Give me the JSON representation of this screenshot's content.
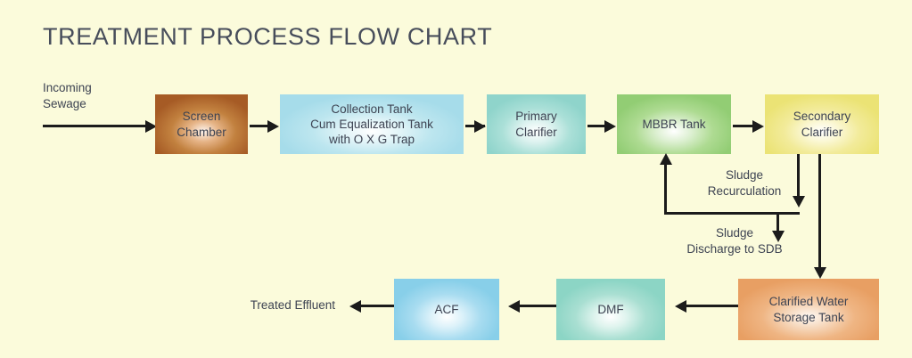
{
  "page": {
    "title": "TREATMENT PROCESS FLOW CHART",
    "background_color": "#fbfbdb",
    "text_color": "#3d4352",
    "connector_color": "#1b1b1b"
  },
  "nodes": {
    "incoming_sewage": {
      "label": "Incoming\nSewage"
    },
    "screen_chamber": {
      "label": "Screen\nChamber",
      "color": "#c2813f"
    },
    "collection_tank": {
      "label": "Collection Tank\nCum Equalization Tank\nwith O X G Trap",
      "color": "#bde6ef"
    },
    "primary_clarifier": {
      "label": "Primary\nClarifier",
      "color": "#abe0d8"
    },
    "mbbr_tank": {
      "label": "MBBR Tank",
      "color": "#aedb92"
    },
    "secondary_clarifier": {
      "label": "Secondary\nClarifier",
      "color": "#f2eb9a"
    },
    "clarified_water_storage_tank": {
      "label": "Clarified Water\nStorage Tank",
      "color": "#efb583"
    },
    "dmf": {
      "label": "DMF",
      "color": "#a9dfd2"
    },
    "acf": {
      "label": "ACF",
      "color": "#a8dcf0"
    },
    "treated_effluent": {
      "label": "Treated Effluent"
    }
  },
  "connector_labels": {
    "sludge_recirculation": "Sludge\nRecurculation",
    "sludge_discharge": "Sludge\nDischarge to SDB"
  },
  "flow": {
    "main_sequence": [
      "Incoming Sewage",
      "Screen Chamber",
      "Collection Tank Cum Equalization Tank with O X G Trap",
      "Primary Clarifier",
      "MBBR Tank",
      "Secondary Clarifier",
      "Clarified Water Storage Tank",
      "DMF",
      "ACF",
      "Treated Effluent"
    ],
    "branches": [
      {
        "from": "Secondary Clarifier",
        "to": "MBBR Tank",
        "label": "Sludge Recurculation"
      },
      {
        "from": "Secondary Clarifier",
        "to": "SDB",
        "label": "Sludge Discharge to SDB"
      }
    ]
  }
}
